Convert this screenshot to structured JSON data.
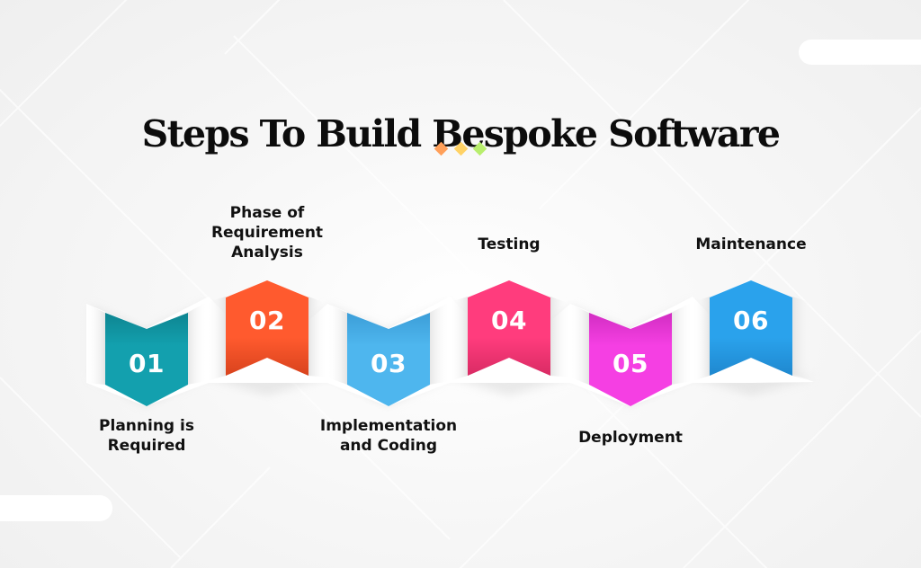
{
  "title": "Steps To Build Bespoke Software",
  "diamonds": [
    {
      "color": "#FFA05A"
    },
    {
      "color": "#FFD266"
    },
    {
      "color": "#B8EE6E"
    }
  ],
  "steps": [
    {
      "number": "01",
      "label_line1": "Planning is",
      "label_line2": "Required",
      "label_line3": "",
      "color": "#13A0AE",
      "dark": "#0E8591",
      "direction": "down"
    },
    {
      "number": "02",
      "label_line1": "Phase of",
      "label_line2": "Requirement",
      "label_line3": "Analysis",
      "color": "#FF5A2E",
      "dark": "#D8431D",
      "direction": "up"
    },
    {
      "number": "03",
      "label_line1": "Implementation",
      "label_line2": "and Coding",
      "label_line3": "",
      "color": "#4EB6EE",
      "dark": "#3C9ED8",
      "direction": "down"
    },
    {
      "number": "04",
      "label_line1": "Testing",
      "label_line2": "",
      "label_line3": "",
      "color": "#FF3C7D",
      "dark": "#D92B64",
      "direction": "up"
    },
    {
      "number": "05",
      "label_line1": "Deployment",
      "label_line2": "",
      "label_line3": "",
      "color": "#F53FE3",
      "dark": "#D22EC2",
      "direction": "down"
    },
    {
      "number": "06",
      "label_line1": "Maintenance",
      "label_line2": "",
      "label_line3": "",
      "color": "#2AA2EC",
      "dark": "#1F88CF",
      "direction": "up"
    }
  ]
}
